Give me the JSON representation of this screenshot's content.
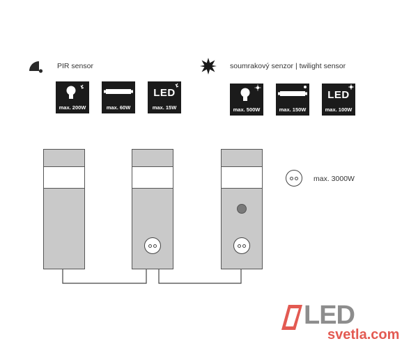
{
  "pir": {
    "label": "PIR sensor",
    "icon": "pir-sensor-icon",
    "tiles": [
      {
        "icon": "bulb-icon",
        "caption": "max. 200W"
      },
      {
        "icon": "tube-icon",
        "caption": "max. 60W"
      },
      {
        "icon": "led-icon",
        "text": "LED",
        "caption": "max. 15W"
      }
    ]
  },
  "twilight": {
    "label": "soumrakový senzor | twilight sensor",
    "icon": "twilight-sensor-icon",
    "tiles": [
      {
        "icon": "bulb-icon",
        "caption": "max. 500W"
      },
      {
        "icon": "tube-icon",
        "caption": "max. 150W"
      },
      {
        "icon": "led-icon",
        "text": "LED",
        "caption": "max. 100W"
      }
    ]
  },
  "socket_legend": {
    "icon": "socket-icon",
    "label": "max. 3000W"
  },
  "logo": {
    "mark": "LED",
    "site": "svetla.com",
    "accent_color": "#e35a52",
    "gray_color": "#8d8d8d"
  }
}
